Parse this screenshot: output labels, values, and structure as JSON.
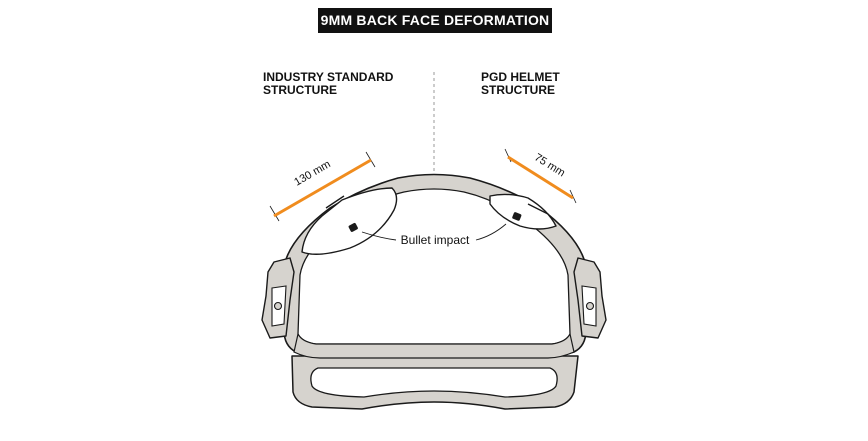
{
  "title": "9MM BACK FACE DEFORMATION",
  "left_column": {
    "label_line1": "INDUSTRY STANDARD",
    "label_line2": "STRUCTURE",
    "dimension": "130 mm"
  },
  "right_column": {
    "label_line1": "PGD HELMET",
    "label_line2": "STRUCTURE",
    "dimension": "75 mm"
  },
  "callout": "Bullet impact",
  "colors": {
    "accent": "#f08c1e",
    "helmet_fill": "#d6d3ce",
    "outline": "#1a1a1a",
    "badge": "#111111"
  }
}
